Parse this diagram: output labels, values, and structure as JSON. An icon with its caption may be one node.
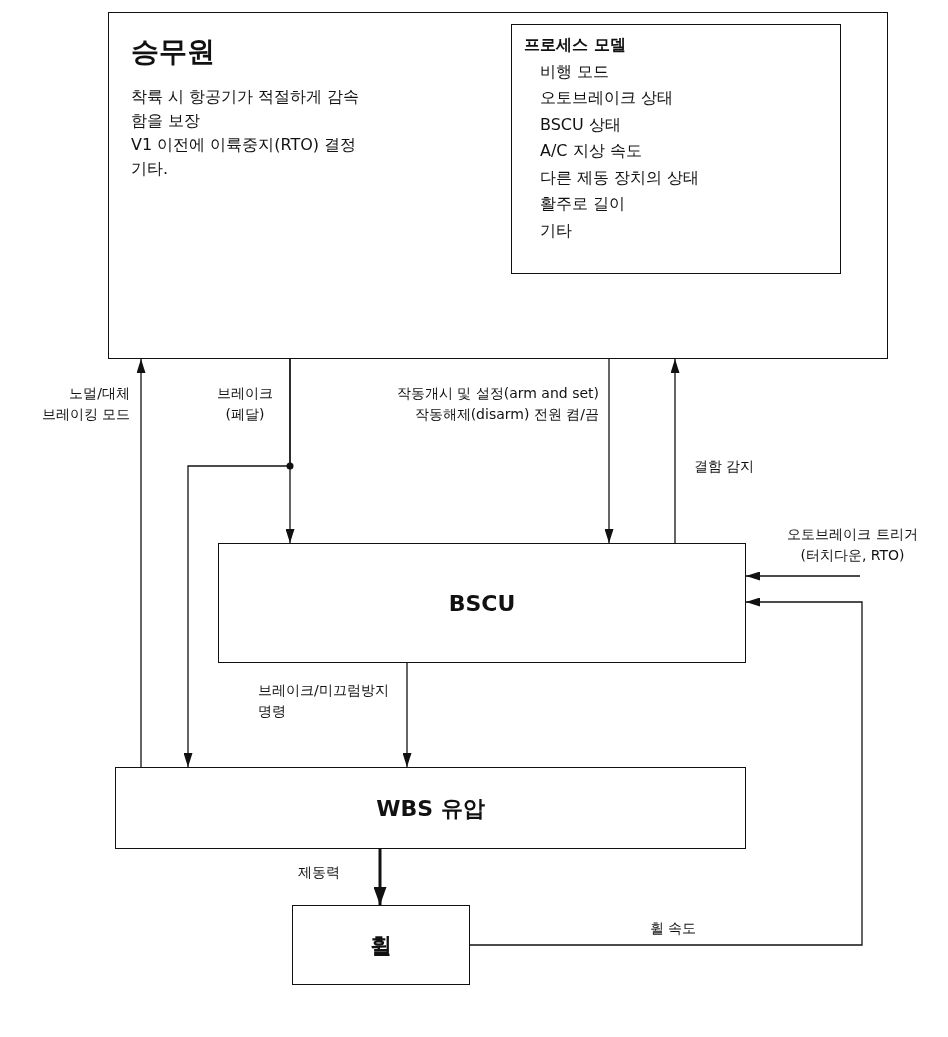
{
  "diagram": {
    "nodes": [
      {
        "text": [
          "승무원",
          "착륙 시 항공기가 적절하게 감속 함을 보장",
          "V1 이전에 이륙중지(RTO) 결정",
          "기타."
        ]
      },
      {
        "text": [
          "프로세스 모델",
          "비행 모드",
          "오토브레이크 상태",
          "BSCU 상태",
          "A/C 지상 속도",
          "다른 제동 장치의 상태",
          "활주로 길이",
          "기타"
        ],
        "in": 0
      },
      {
        "text": [
          "BSCU"
        ]
      },
      {
        "text": [
          "WBS 유압"
        ]
      },
      {
        "text": [
          "휠"
        ]
      }
    ],
    "edges": [
      {
        "from": 3,
        "to": 0,
        "arrow": "to",
        "label": "노멀/대체 브레이킹 모드"
      },
      {
        "from": 0,
        "to": 2,
        "arrow": "to",
        "label": "브레이크 (페달)"
      },
      {
        "from": 0,
        "to": 3,
        "arrow": "to"
      },
      {
        "from": 0,
        "to": 2,
        "arrow": "to",
        "label": "작동개시 및 설정(arm and set) 작동해제(disarm) 전원 켬/끔"
      },
      {
        "from": 2,
        "to": 0,
        "arrow": "to",
        "label": "결함 감지"
      },
      {
        "from": null,
        "to": 2,
        "arrow": "to",
        "label": "오토브레이크 트리거 (터치다운, RTO)"
      },
      {
        "from": 4,
        "to": 2,
        "arrow": "to",
        "label": "휠 속도"
      },
      {
        "from": 2,
        "to": 3,
        "arrow": "to",
        "label": "브레이크/미끄럼방지 명령"
      },
      {
        "from": 3,
        "to": 4,
        "arrow": "to",
        "label": "제동력",
        "style": "thick"
      }
    ]
  }
}
